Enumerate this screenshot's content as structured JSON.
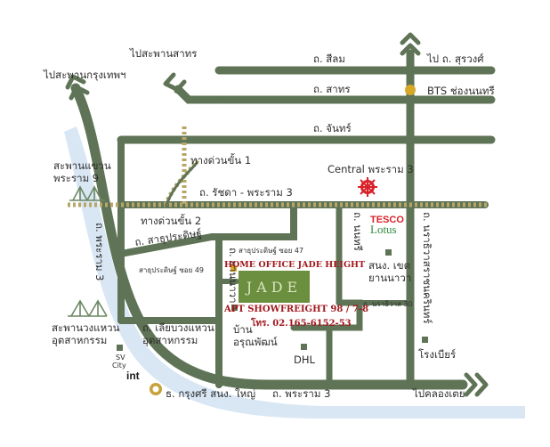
{
  "labels": {
    "to_sathorn_bridge": "ไปสะพานสาทร",
    "to_krungthep_bridge": "ไปสะพานกรุงเทพฯ",
    "silom_rd": "ถ. สีลม",
    "to_surawong": "ไป ถ. สุรวงศ์",
    "sathorn_rd": "ถ. สาทร",
    "bts_chong_nonsi": "BTS ช่องนนทรี",
    "chan_rd": "ถ. จันทร์",
    "expressway_entry_1": "ทางด่วนขั้น 1",
    "central_rama3": "Central พระราม 3",
    "rama9_bridge_line1": "สะพานแขวน",
    "rama9_bridge_line2": "พระราม 9",
    "ratchada_rama3_rd": "ถ. รัชดา - พระราม 3",
    "expressway_entry_2": "ทางด่วนขั้น 2",
    "tesco_line1": "TESCO",
    "tesco_line2": "Lotus",
    "nonsi_rd": "ถ. นนทรี",
    "narathiwat_rd": "ถ. นราธิวาสราชนครินทร์",
    "sathu_pradit_rd": "ถ. สาธุประดิษฐ์",
    "sathu_pradit_soi47": "สาธุประดิษฐ์ ซอย 47",
    "rama3_rd_left": "ถ. พระราม 3",
    "yannawa_rd": "ถ. ยานนาวา",
    "sathu_pradit_soi49": "สาธุประดิษฐ์ ซอย 49",
    "home_office": "HOME OFFICE JADE HEIGHT",
    "jade_logo": "JADE",
    "yannawa_district_line1": "สนง. เขต",
    "yannawa_district_line2": "ยานนาวา",
    "narathiwat_soi30": "ถ. นราธิวาส 30",
    "apt_showfreight": "APT SHOWFREIGHT 98 / 7-8",
    "phone": "โทร. 02.165-6152-53",
    "industrial_ring_bridge_line1": "สะพานวงแหวน",
    "industrial_ring_bridge_line2": "อุตสาหกรรม",
    "industrial_ring_rd_line1": "ถ. เลียบวงแหวน",
    "industrial_ring_rd_line2": "อุตสาหกรรม",
    "ban_arunphat_line1": "บ้าน",
    "ban_arunphat_line2": "อรุณพัฒน์",
    "sv_city_line1": "SV",
    "sv_city_line2": "City",
    "int_logo": "int",
    "dhl": "DHL",
    "brewery": "โรงเบียร์",
    "krungsri_branch": "ธ. กรุงศรี สนง. ใหญ่",
    "rama3_rd_bottom": "ถ. พระราม 3",
    "to_khlong_toei": "ไปคลองเตย"
  },
  "colors": {
    "road": "#5f7456",
    "road_light": "#8ea283",
    "expressway": "#b7a667",
    "river": "#d9e7f5",
    "bts_dot": "#d7a928",
    "jade_box": "#6c8e3f",
    "jade_text": "#d8e5be",
    "accent_red": "#a1171d",
    "central_red": "#d9222a",
    "lotus_green": "#2d8a3e",
    "krungsri_yellow": "#c7a23a"
  },
  "icons": {
    "up_arrow": "double-chevron-up-icon",
    "right_arrow": "double-chevron-right-icon",
    "left_arrow": "double-arrow-left-icon",
    "bridge": "suspension-bridge-icon",
    "central": "central-logo-icon",
    "krungsri": "krungsri-logo-icon",
    "bts": "bts-station-icon"
  }
}
